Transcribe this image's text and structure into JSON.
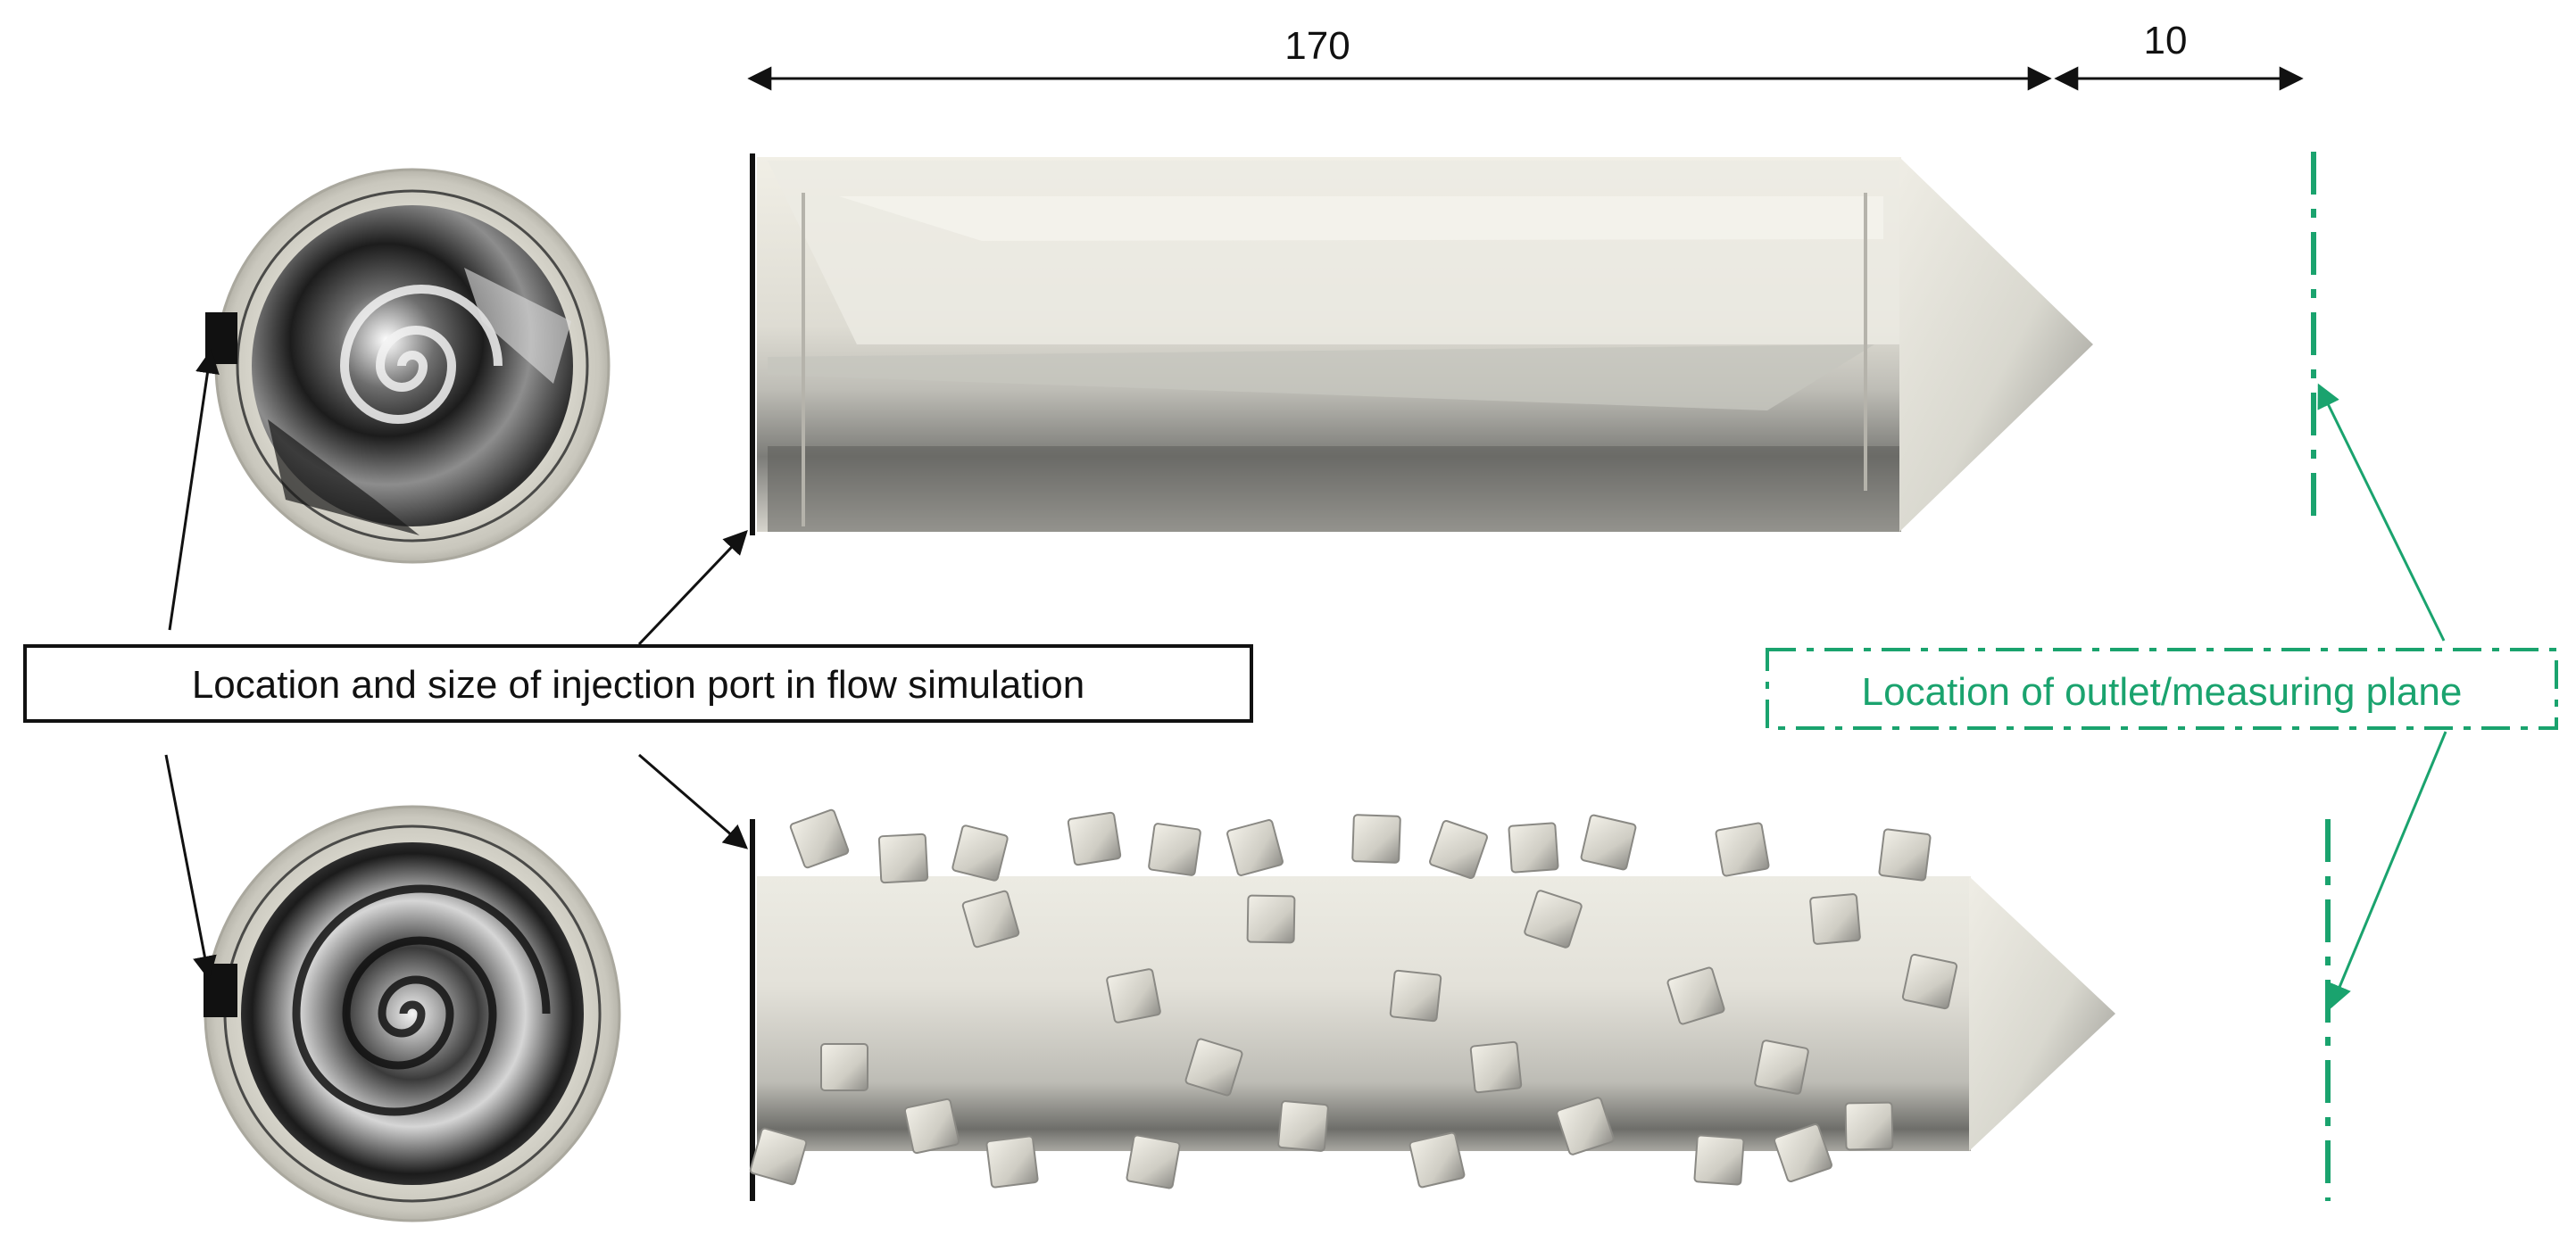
{
  "dimensions": {
    "main_length": "170",
    "tip_length": "10"
  },
  "labels": {
    "injection_port": "Location and size of injection port in flow simulation",
    "outlet_plane": "Location of outlet/measuring plane"
  },
  "colors": {
    "accent_green": "#1aa36e",
    "outline": "#111111",
    "metal_light": "#e8e6de",
    "metal_mid": "#bdbcb4",
    "metal_dark": "#5c5c58"
  }
}
